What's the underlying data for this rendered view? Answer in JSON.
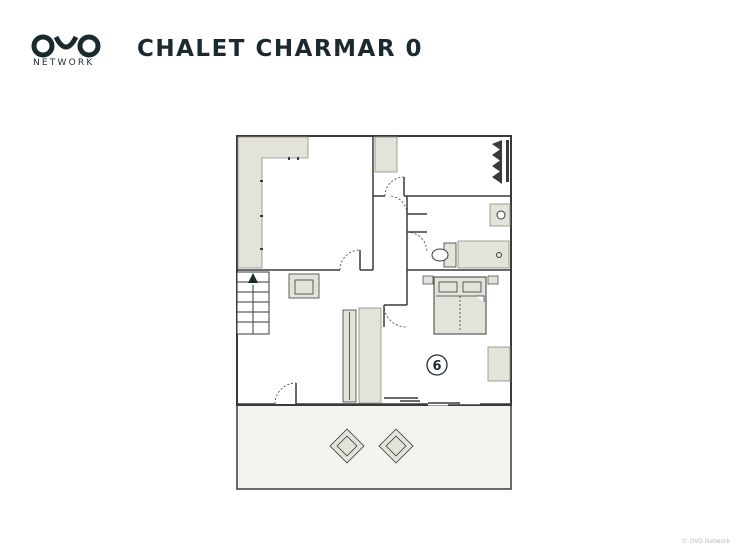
{
  "brand": {
    "logo_icon": "ovo-logo-icon",
    "logo_text": "NETWORK",
    "color": "#1b2a2f"
  },
  "header": {
    "title": "CHALET CHARMAR 0"
  },
  "floorplan": {
    "room_number": "6",
    "wall_color": "#3a3a3a",
    "furniture_color": "#e3e3d9",
    "terrace_color": "#f3f3f0",
    "icons": [
      "stairs-arrow-icon",
      "toilet-icon",
      "sink-icon",
      "bathtub-icon",
      "double-bed-icon",
      "armchair-icon",
      "radiator-icon"
    ]
  },
  "footer": {
    "copyright": "© OVO Network"
  }
}
